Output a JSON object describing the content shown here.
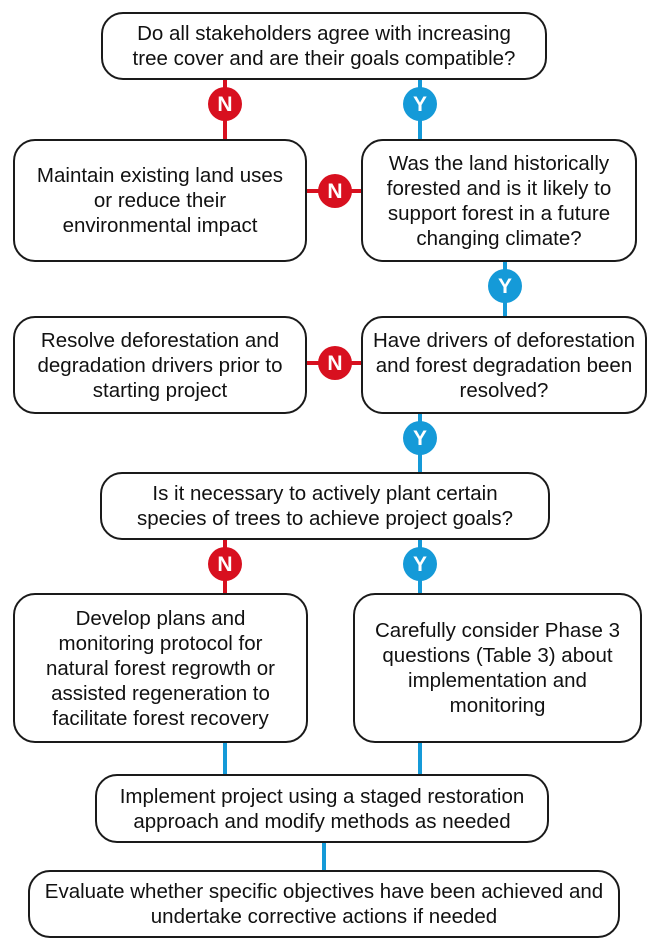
{
  "badges": {
    "no": "N",
    "yes": "Y"
  },
  "colors": {
    "no": "#d8101f",
    "yes": "#159ad8",
    "connector": "#159ad8",
    "border": "#1a1a1a"
  },
  "nodes": {
    "q_stakeholders": "Do all stakeholders agree with increasing tree cover and are their goals compatible?",
    "maintain_land_uses": "Maintain existing land uses or reduce their environmental impact",
    "q_historically_forested": "Was the land historically forested and is it likely to support forest in a future changing climate?",
    "resolve_drivers": "Resolve deforestation and degradation drivers prior to starting project",
    "q_drivers_resolved": "Have drivers of deforestation and forest degradation been resolved?",
    "q_actively_plant": "Is it necessary to actively plant certain species of trees to achieve project goals?",
    "develop_plans": "Develop plans and monitoring protocol for natural forest regrowth or assisted regeneration to facilitate forest recovery",
    "consider_phase3": "Carefully consider Phase 3 questions (Table 3) about implementation and monitoring",
    "implement_project": "Implement project using a staged restoration approach and modify methods as needed",
    "evaluate_objectives": "Evaluate whether specific objectives have been achieved and undertake corrective actions if needed"
  }
}
